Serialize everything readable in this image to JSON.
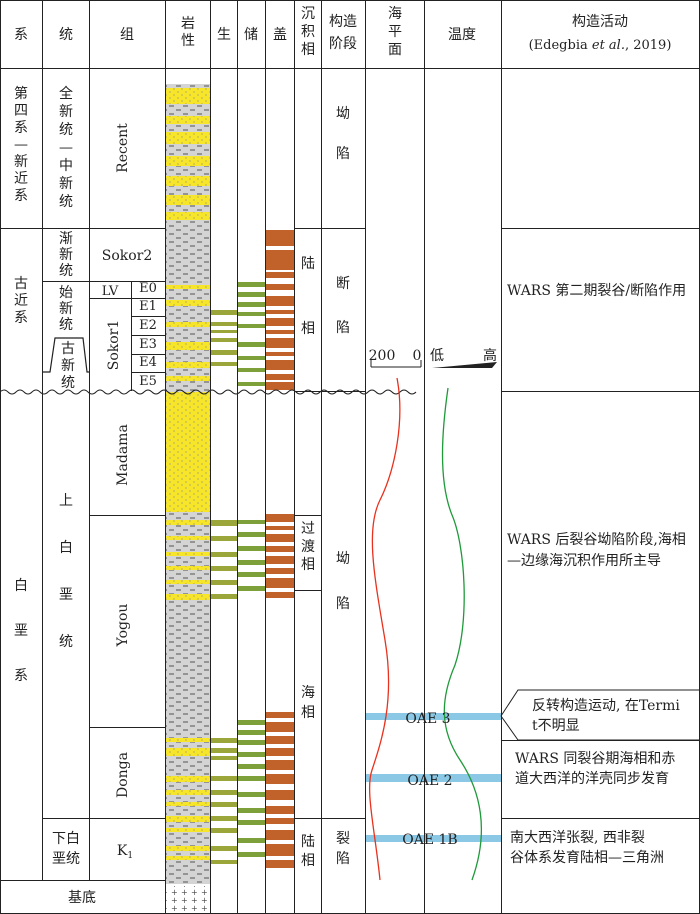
{
  "headers": {
    "system": "系",
    "series": "统",
    "group": "组",
    "lithology": "岩性",
    "source": "生",
    "reservoir": "储",
    "seal": "盖",
    "facies": "沉积相",
    "stage": "构造阶段",
    "sealevel": "海平面",
    "temperature": "温度",
    "tectonic_title": "构造活动",
    "tectonic_ref_a": "(Edegbia ",
    "tectonic_ref_italic": "et al.",
    "tectonic_ref_b": ", 2019)"
  },
  "systems": {
    "quaternary": "第四系—新近系",
    "paleogene": "古近系",
    "cretaceous": "白垩系",
    "basement": "基底"
  },
  "series": {
    "holo_mio": "全新统—中新统",
    "oligocene": "渐新统",
    "eocene": "始新统",
    "paleocene": "古新统",
    "upper_cret": "上白垩统",
    "lower_cret": "下白垩统"
  },
  "groups": {
    "recent": "Recent",
    "sokor2": "Sokor2",
    "lv": "LV",
    "sokor1": "Sokor1",
    "madama": "Madama",
    "yogou": "Yogou",
    "donga": "Donga",
    "k1": "K",
    "k1_sub": "1",
    "subunits": [
      "E0",
      "E1",
      "E2",
      "E3",
      "E4",
      "E5"
    ]
  },
  "facies": {
    "continental": "陆相",
    "transitional": "过渡相",
    "marine": "海相",
    "continental_lower": "陆相"
  },
  "stages": {
    "sag_upper": "坳陷",
    "fault_sag": "断陷",
    "sag_middle": "坳陷",
    "rift_sag": "裂陷"
  },
  "scales": {
    "sealevel_left": "200",
    "sealevel_right": "0",
    "temp_low": "低",
    "temp_high": "高"
  },
  "oae": {
    "oae3": "OAE 3",
    "oae2": "OAE 2",
    "oae1b": "OAE 1B"
  },
  "tectonics": {
    "wars2": "WARS 第二期裂谷/断陷作用",
    "wars_post": "WARS 后裂谷坳陷阶段,海相—边缘海沉积作用所主导",
    "inversion": "反转构造运动, 在Termit不明显",
    "wars_syn": "WARS 同裂谷期海相和赤道大西洋的洋壳同步发育",
    "south_atlantic": "南大西洋张裂, 西非裂谷体系发育陆相—三角洲"
  },
  "colors": {
    "sand": "#f7e52a",
    "shale": "#d4d4d4",
    "source": "#9aa53a",
    "reservoir": "#7ea03a",
    "seal": "#c0622a",
    "sealevel_curve": "#e8321e",
    "temperature_curve": "#1f9a3a",
    "oae_band": "#8ac8e6"
  }
}
